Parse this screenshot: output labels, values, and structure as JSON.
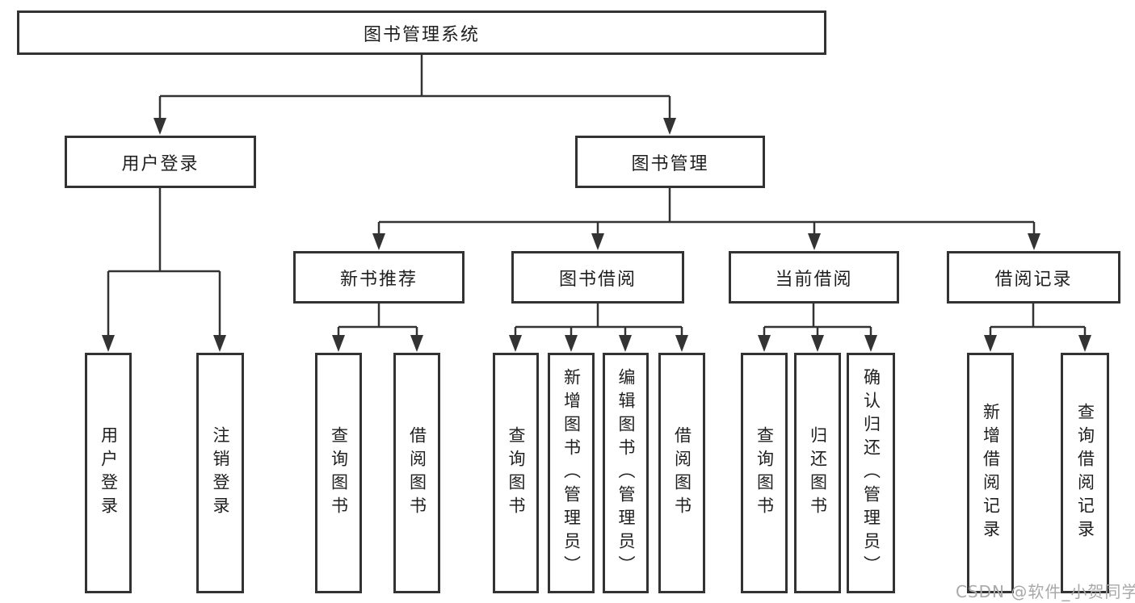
{
  "nodes": {
    "root": "图书管理系统",
    "l2": [
      "用户登录",
      "图书管理"
    ],
    "l3": [
      "新书推荐",
      "图书借阅",
      "当前借阅",
      "借阅记录"
    ],
    "l4_user": [
      "用户登录",
      "注销登录"
    ],
    "l4_recommend": [
      "查询图书",
      "借阅图书"
    ],
    "l4_borrow": [
      "查询图书",
      "新增图书（管理员）",
      "编辑图书（管理员）",
      "借阅图书"
    ],
    "l4_current": [
      "查询图书",
      "归还图书",
      "确认归还（管理员）"
    ],
    "l4_records": [
      "新增借阅记录",
      "查询借阅记录"
    ]
  },
  "watermark": {
    "text": "CSDN @软件_小贺同学"
  },
  "colors": {
    "line": "#333333",
    "text": "#1f1f1f",
    "background": "#ffffff",
    "watermark": "#a9a9a9"
  }
}
